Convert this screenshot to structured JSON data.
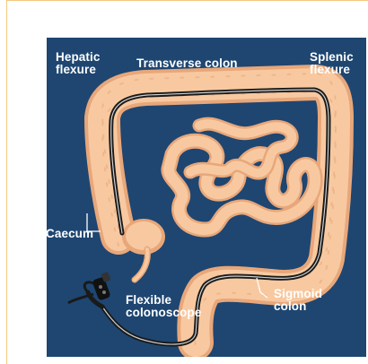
{
  "labels": {
    "hepatic_flexure": [
      "Hepatic",
      "flexure"
    ],
    "transverse_colon": "Transverse colon",
    "splenic_flexure": [
      "Splenic",
      "flexure"
    ],
    "caecum": "Caecum",
    "flexible_colonoscope": [
      "Flexible",
      "colonoscope"
    ],
    "sigmoid_colon": [
      "Sigmoid",
      "colon"
    ]
  },
  "colors": {
    "frame": "#f4c77e",
    "background": "#1e4671",
    "colon": "#f8c9a0",
    "colon_shadow": "#e8a77a",
    "scope": "#1a1a1a",
    "text": "#ffffff"
  }
}
